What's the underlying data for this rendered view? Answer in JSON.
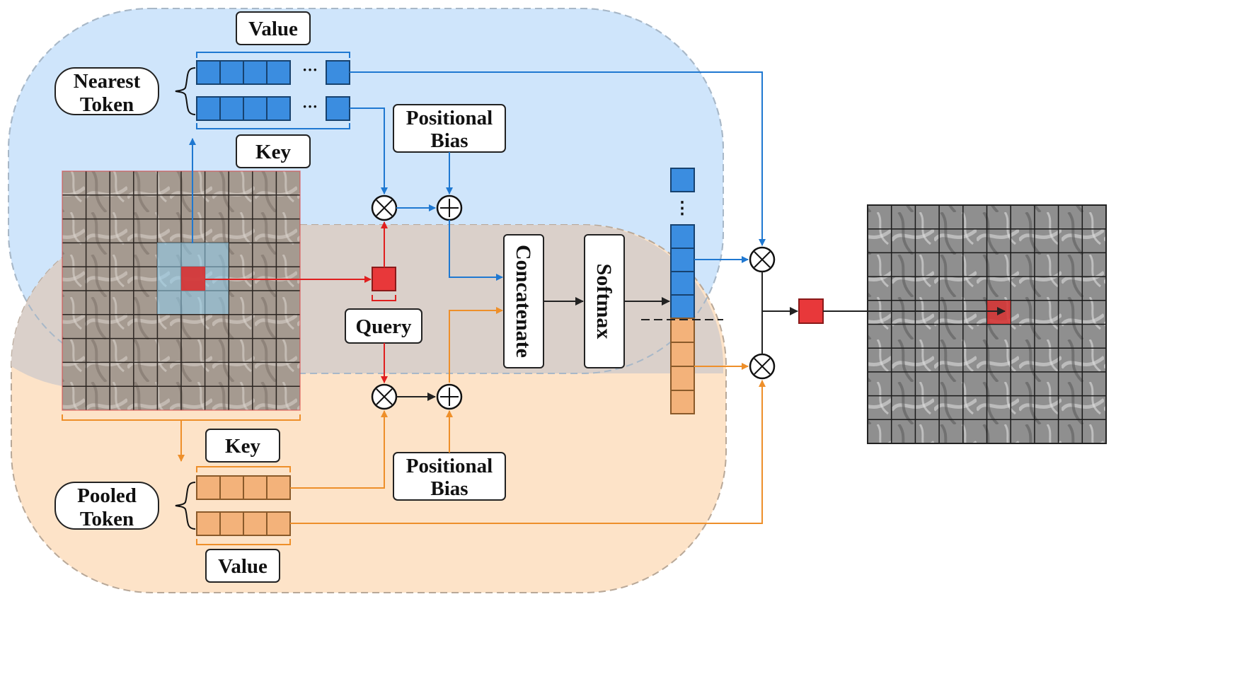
{
  "labels": {
    "value_top": "Value",
    "key_top": "Key",
    "nearest_token_line1": "Nearest",
    "nearest_token_line2": "Token",
    "positional_bias_top_line1": "Positional",
    "positional_bias_top_line2": "Bias",
    "query": "Query",
    "concatenate": "Concatenate",
    "softmax": "Softmax",
    "positional_bias_bottom_line1": "Positional",
    "positional_bias_bottom_line2": "Bias",
    "key_bottom": "Key",
    "pooled_token_line1": "Pooled",
    "pooled_token_line2": "Token",
    "value_bottom": "Value",
    "ellipsis": "···",
    "vdots": "⋮"
  },
  "colors": {
    "blue_region": "#cfe5fb",
    "orange_region": "#fde3c8",
    "overlap_region": "#d8cfca",
    "blue": "#3b8de0",
    "orange": "#f3b27a",
    "red": "#e8383a",
    "arrow_blue": "#1f78d1",
    "arrow_orange": "#ee8f2a",
    "arrow_red": "#e01f1f",
    "arrow_black": "#222222"
  },
  "operators": {
    "multiply": "⊗",
    "add": "⊕"
  }
}
